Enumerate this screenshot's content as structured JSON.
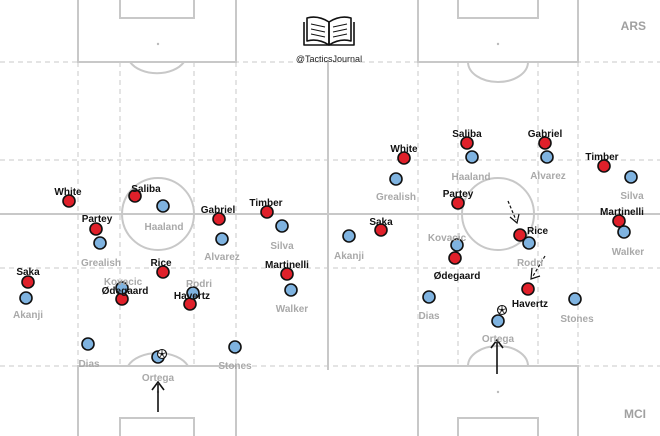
{
  "brand": {
    "handle": "@TacticsJournal",
    "logo_icon": "open-book-icon"
  },
  "teams": {
    "ars": {
      "label": "ARS",
      "color": "#e0202a"
    },
    "mci": {
      "label": "MCI",
      "color": "#7fb3e0"
    }
  },
  "ball_icon": "soccer-ball-icon",
  "panels": [
    {
      "id": "left",
      "players": [
        {
          "name": "White",
          "team": "ars"
        },
        {
          "name": "Saliba",
          "team": "ars"
        },
        {
          "name": "Gabriel",
          "team": "ars"
        },
        {
          "name": "Timber",
          "team": "ars"
        },
        {
          "name": "Partey",
          "team": "ars"
        },
        {
          "name": "Rice",
          "team": "ars"
        },
        {
          "name": "Saka",
          "team": "ars"
        },
        {
          "name": "Martinelli",
          "team": "ars"
        },
        {
          "name": "Ødegaard",
          "team": "ars"
        },
        {
          "name": "Havertz",
          "team": "ars"
        },
        {
          "name": "Haaland",
          "team": "mci"
        },
        {
          "name": "Grealish",
          "team": "mci"
        },
        {
          "name": "Alvarez",
          "team": "mci"
        },
        {
          "name": "Silva",
          "team": "mci"
        },
        {
          "name": "Kovacic",
          "team": "mci"
        },
        {
          "name": "Rodri",
          "team": "mci"
        },
        {
          "name": "Akanji",
          "team": "mci"
        },
        {
          "name": "Walker",
          "team": "mci"
        },
        {
          "name": "Dias",
          "team": "mci"
        },
        {
          "name": "Stones",
          "team": "mci"
        },
        {
          "name": "Ortega",
          "team": "mci"
        }
      ]
    },
    {
      "id": "right",
      "players": [
        {
          "name": "White",
          "team": "ars"
        },
        {
          "name": "Saliba",
          "team": "ars"
        },
        {
          "name": "Gabriel",
          "team": "ars"
        },
        {
          "name": "Timber",
          "team": "ars"
        },
        {
          "name": "Partey",
          "team": "ars"
        },
        {
          "name": "Saka",
          "team": "ars"
        },
        {
          "name": "Rice",
          "team": "ars"
        },
        {
          "name": "Martinelli",
          "team": "ars"
        },
        {
          "name": "Ødegaard",
          "team": "ars"
        },
        {
          "name": "Havertz",
          "team": "ars"
        },
        {
          "name": "Haaland",
          "team": "mci"
        },
        {
          "name": "Alvarez",
          "team": "mci"
        },
        {
          "name": "Grealish",
          "team": "mci"
        },
        {
          "name": "Silva",
          "team": "mci"
        },
        {
          "name": "Akanji",
          "team": "mci"
        },
        {
          "name": "Kovacic",
          "team": "mci"
        },
        {
          "name": "Rodri",
          "team": "mci"
        },
        {
          "name": "Walker",
          "team": "mci"
        },
        {
          "name": "Dias",
          "team": "mci"
        },
        {
          "name": "Stones",
          "team": "mci"
        },
        {
          "name": "Ortega",
          "team": "mci"
        }
      ]
    }
  ]
}
